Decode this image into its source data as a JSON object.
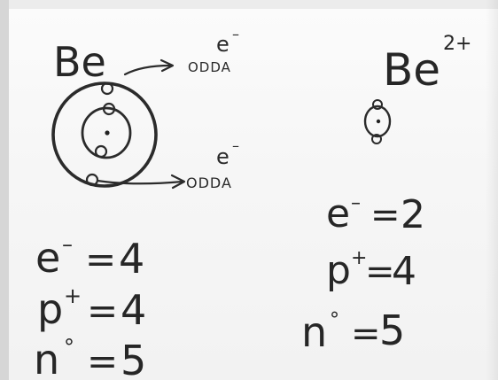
{
  "left_atom": {
    "symbol": "Be",
    "electron_top": "e",
    "electron_top_sup": "–",
    "electron_top_action": "ODDA",
    "electron_bottom": "e",
    "electron_bottom_sup": "–",
    "electron_bottom_action": "ODDA",
    "counts": [
      {
        "particle": "e",
        "sup": "–",
        "value": "4"
      },
      {
        "particle": "p",
        "sup": "+",
        "value": "4"
      },
      {
        "particle": "n",
        "sup": "°",
        "value": "5"
      }
    ]
  },
  "right_ion": {
    "symbol": "Be",
    "charge": "2+",
    "counts": [
      {
        "particle": "e",
        "sup": "–",
        "value": "2"
      },
      {
        "particle": "p",
        "sup": "+",
        "value": "4"
      },
      {
        "particle": "n",
        "sup": "°",
        "value": "5"
      }
    ]
  }
}
